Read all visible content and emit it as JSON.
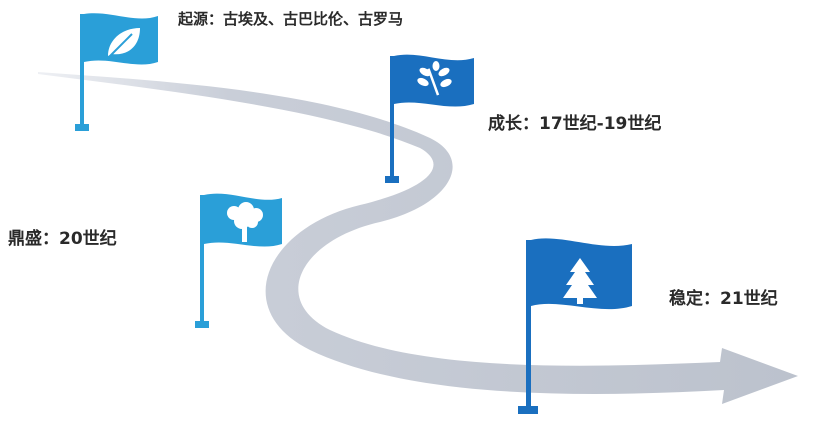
{
  "stages": [
    {
      "label": "起源：古埃及、古巴比伦、古罗马",
      "icon": "leaf-icon",
      "color": "#2a9fd8"
    },
    {
      "label": "成长：17世纪-19世纪",
      "icon": "sprout-icon",
      "color": "#1a6fbf"
    },
    {
      "label": "鼎盛：20世纪",
      "icon": "tree-icon",
      "color": "#2a9fd8"
    },
    {
      "label": "稳定：21世纪",
      "icon": "pine-tree-icon",
      "color": "#1a6fbf"
    }
  ],
  "colors": {
    "road": "#c3c8d2",
    "road_light": "#dde1e8",
    "pole_light": "#2a9fd8",
    "pole_dark": "#1a6fbf",
    "text": "#2a2a2a"
  }
}
